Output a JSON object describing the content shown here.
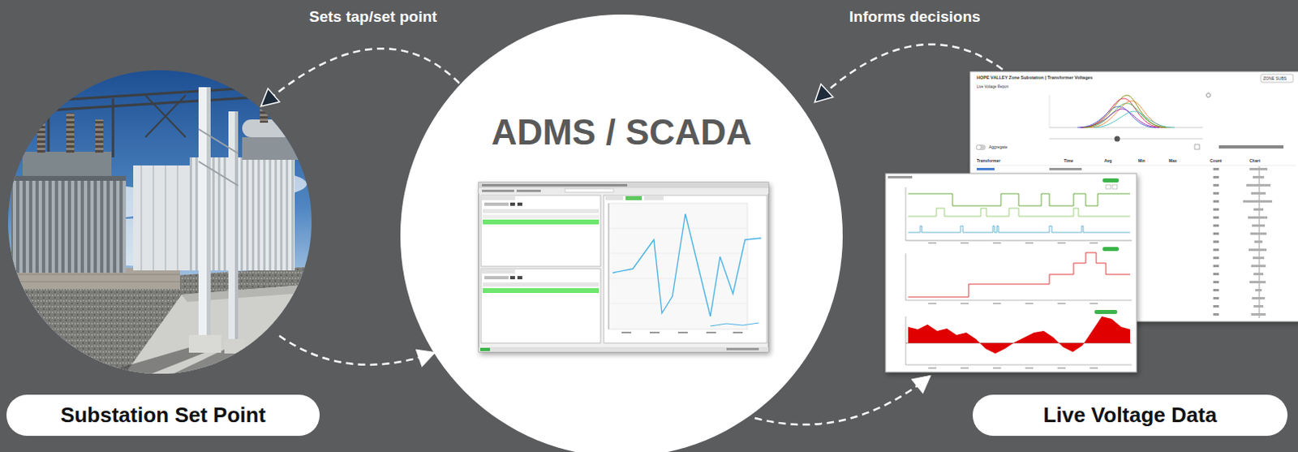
{
  "diagram": {
    "nodes": [
      {
        "text": [
          "Substation Set Point"
        ]
      },
      {
        "text": [
          "ADMS / SCADA"
        ]
      },
      {
        "text": [
          "Live Voltage Data"
        ]
      }
    ],
    "edges": [
      {
        "from": 1,
        "to": 0,
        "label": "Sets tap/set point",
        "arrow": "to"
      },
      {
        "from": 0,
        "to": 1,
        "arrow": "to"
      },
      {
        "from": 1,
        "to": 2,
        "arrow": "to"
      },
      {
        "from": 2,
        "to": 1,
        "label": "Informs decisions",
        "arrow": "to"
      }
    ],
    "labels": [
      "HOPE VALLEY Zone Substation | Transformer Voltages",
      "ZONE SUBS",
      "Live Voltage Report",
      "Aggregate",
      "Transformer",
      "Time",
      "Avg",
      "Min",
      "Max",
      "Count",
      "Chart"
    ]
  }
}
